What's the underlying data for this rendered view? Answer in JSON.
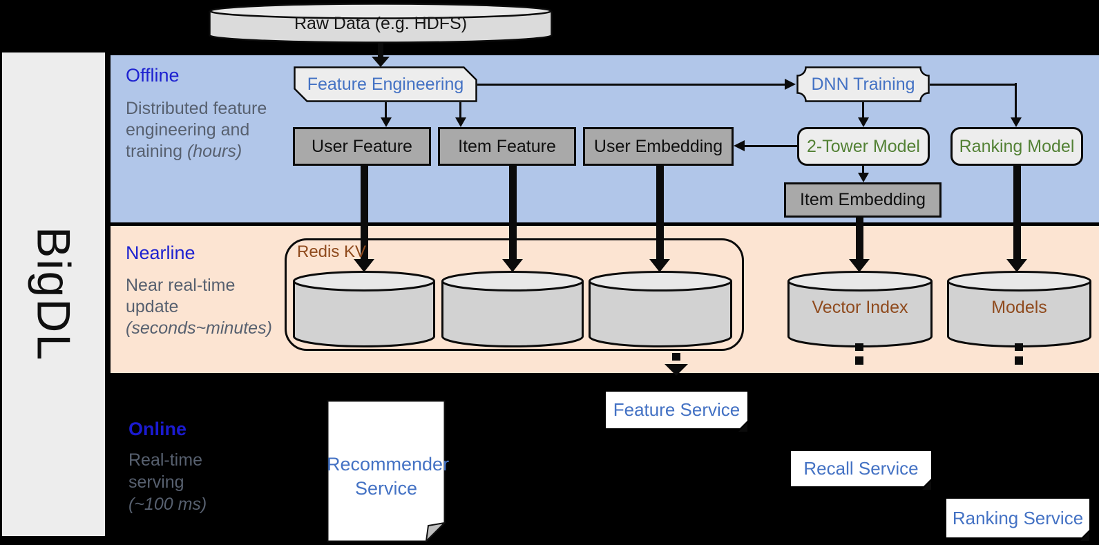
{
  "raw_data": {
    "label": "Raw Data (e.g. HDFS)"
  },
  "brand": {
    "name": "BigDL"
  },
  "sections": {
    "offline": {
      "title": "Offline",
      "description": "Distributed feature engineering and training",
      "description_italic": "(hours)"
    },
    "nearline": {
      "title": "Nearline",
      "description": "Near real-time update",
      "description_italic": "(seconds~minutes)"
    },
    "online": {
      "title": "Online",
      "description": "Real-time serving",
      "description_italic": "(~100 ms)"
    }
  },
  "offline_nodes": {
    "feature_engineering": "Feature Engineering",
    "dnn_training": "DNN Training",
    "user_feature": "User Feature",
    "item_feature": "Item Feature",
    "user_embedding": "User Embedding",
    "two_tower_model": "2-Tower Model",
    "ranking_model": "Ranking Model",
    "item_embedding": "Item Embedding"
  },
  "nearline_nodes": {
    "redis_kv": "Redis KV",
    "vector_index": "Vector Index",
    "models": "Models"
  },
  "online_nodes": {
    "recommender_service": {
      "line1": "Recommender",
      "line2": "Service"
    },
    "feature_service": "Feature Service",
    "recall_service": "Recall Service",
    "ranking_service": "Ranking Service"
  },
  "colors": {
    "offline_band": "#B1C6E9",
    "nearline_band": "#FCE4D2",
    "online_band": "#000000",
    "section_title_blue": "#1E22D0",
    "node_text_blue": "#4472C4",
    "node_text_green": "#538135",
    "storage_text_brown": "#8F4A1D",
    "description_text": "#57606F"
  }
}
